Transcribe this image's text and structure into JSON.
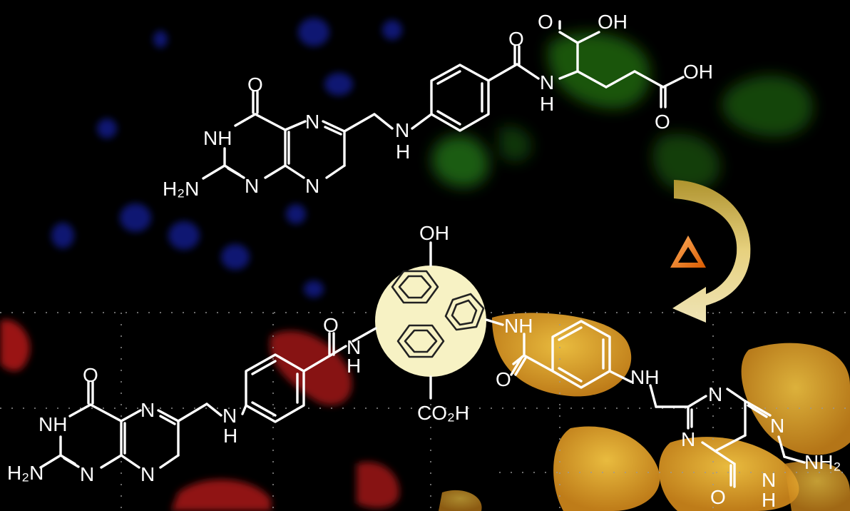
{
  "labels": {
    "nh_a": "NH",
    "nh_b": "NH",
    "h": "H",
    "o": "O",
    "n": "N",
    "oh": "OH",
    "h2n": "H₂N",
    "nh2": "NH₂",
    "co2h": "CO₂H"
  },
  "heat_symbol": "Δ",
  "colors": {
    "background": "#000000",
    "nucleus_stain": "#1a2bd0",
    "green_stain": "#2f9a1a",
    "red_stain": "#c01a1a",
    "gold_stain": "#e8a51c",
    "bond": "#ffffff",
    "polymer_bead": "#f7f2c4",
    "arrow": "#f0d070",
    "delta": "#f07a1a"
  },
  "icons": [
    "curved-arrow-icon",
    "delta-heat-icon"
  ]
}
